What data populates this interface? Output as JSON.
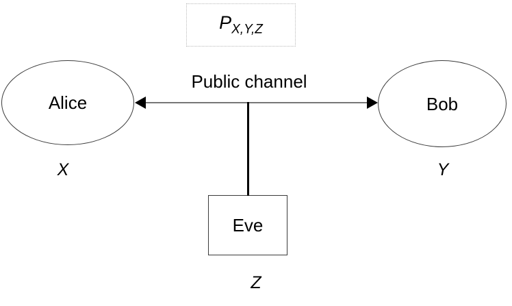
{
  "diagram": {
    "title_box": {
      "label_main": "P",
      "label_sub": "X,Y,Z"
    },
    "nodes": {
      "alice": {
        "name": "Alice",
        "variable": "X"
      },
      "bob": {
        "name": "Bob",
        "variable": "Y"
      },
      "eve": {
        "name": "Eve",
        "variable": "Z"
      }
    },
    "channel": {
      "caption": "Public channel"
    },
    "colors": {
      "stroke": "#3a3a3a",
      "channel_line": "#777777",
      "arrowhead": "#000000",
      "tap_line": "#000000",
      "dotted_border": "#b9b9b9",
      "text": "#000000",
      "background": "#ffffff"
    }
  }
}
